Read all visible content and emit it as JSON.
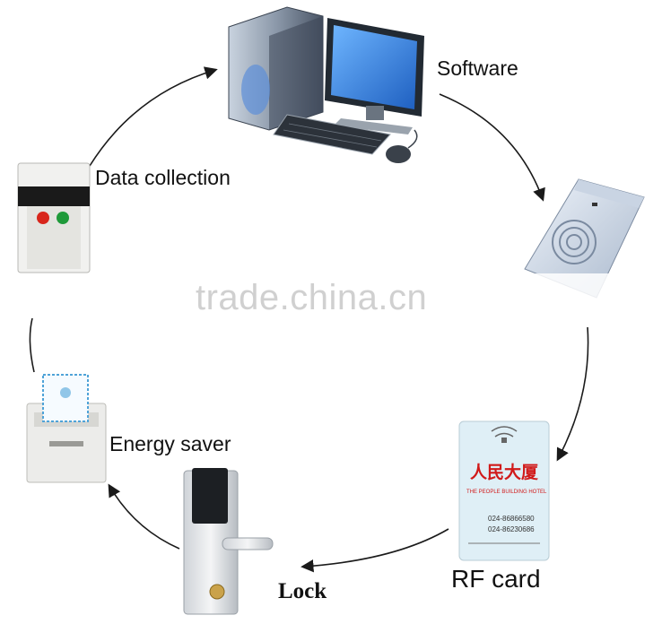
{
  "labels": {
    "software": "Software",
    "data_collection": "Data collection",
    "energy_saver": "Energy saver",
    "lock": "Lock",
    "rf_card": "RF card"
  },
  "watermark": "trade.china.cn",
  "card_text": {
    "title": "人民大厦",
    "subtitle": "THE PEOPLE BUILDING HOTEL",
    "tel": "024-86866580",
    "fax": "024-86230686"
  },
  "colors": {
    "arrow": "#1a1a1a",
    "monitor_screen": "#2f7fe0",
    "card_red": "#d11a1a",
    "button_red": "#d8261c",
    "button_green": "#1f9a3a"
  }
}
